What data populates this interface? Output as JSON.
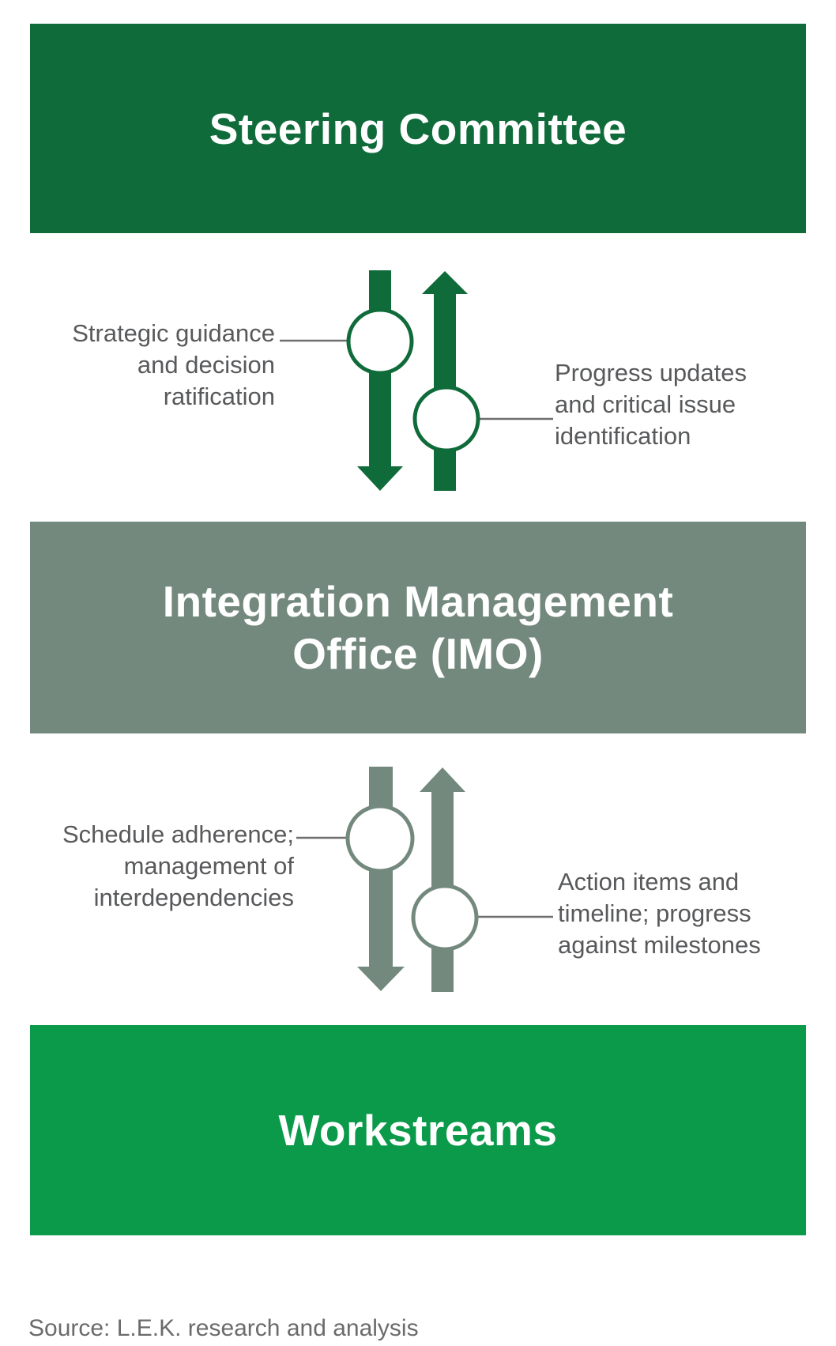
{
  "palette": {
    "dark_green": "#106B3A",
    "sage": "#74897D",
    "bright_green": "#0A9A49",
    "label_gray": "#58595B",
    "source_gray": "#6B6B6B",
    "connector_gray": "#6F6F6F"
  },
  "banners": {
    "steering": {
      "label": "Steering Committee"
    },
    "imo": {
      "label": "Integration Management\nOffice (IMO)"
    },
    "workstreams": {
      "label": "Workstreams"
    }
  },
  "flows": {
    "steering_imo": {
      "down_label": "Strategic guidance\nand decision\nratification",
      "up_label": "Progress updates\nand critical issue\nidentification"
    },
    "imo_workstreams": {
      "down_label": "Schedule adherence;\nmanagement of\ninterdependencies",
      "up_label": "Action items and\ntimeline; progress\nagainst milestones"
    }
  },
  "source_note": "Source: L.E.K. research and analysis"
}
